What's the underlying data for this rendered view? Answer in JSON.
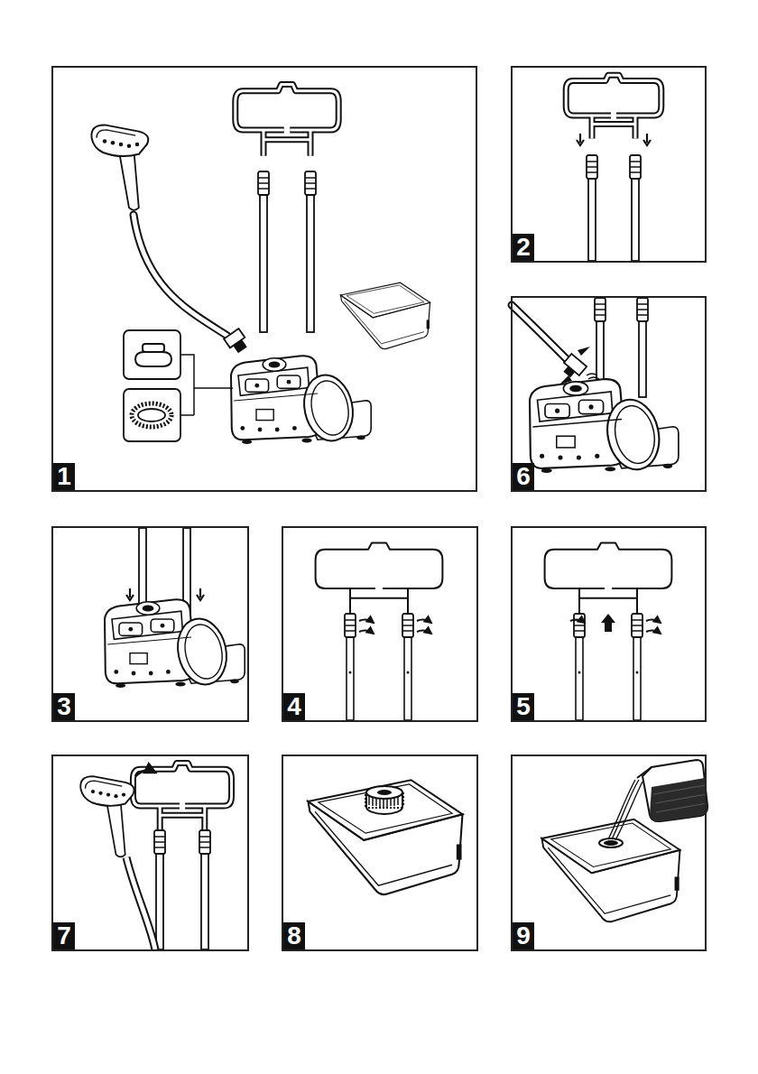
{
  "diagram": {
    "nodes": [
      {
        "text": [
          "1"
        ]
      },
      {
        "text": [
          "2"
        ]
      },
      {
        "text": [
          "6"
        ]
      },
      {
        "text": [
          "3"
        ]
      },
      {
        "text": [
          "4"
        ]
      },
      {
        "text": [
          "5"
        ]
      },
      {
        "text": [
          "7"
        ]
      },
      {
        "text": [
          "8"
        ]
      },
      {
        "text": [
          "9"
        ]
      }
    ]
  }
}
